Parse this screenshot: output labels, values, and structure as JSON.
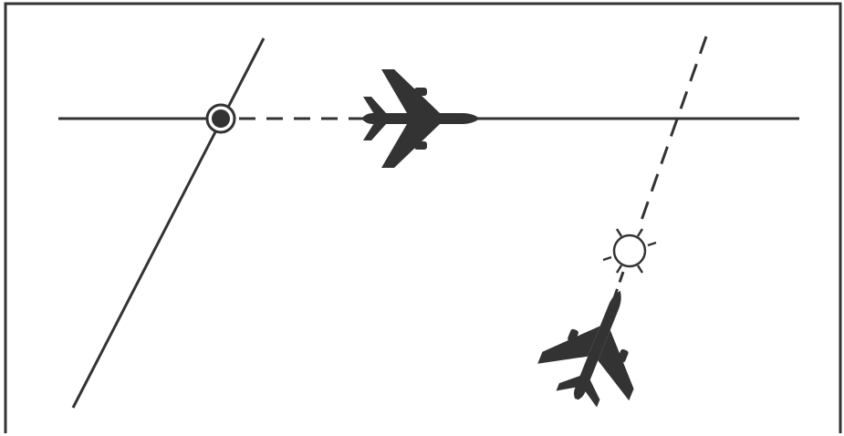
{
  "diagram": {
    "colors": {
      "ink": "#333333",
      "background": "#ffffff"
    },
    "legend": [],
    "labels": [],
    "elements": [
      {
        "name": "frame",
        "kind": "border"
      },
      {
        "name": "horizontal-course-line",
        "kind": "solid-line"
      },
      {
        "name": "horizontal-dashed-track",
        "kind": "dashed-line"
      },
      {
        "name": "diagonal-course-line",
        "kind": "solid-line"
      },
      {
        "name": "diagonal-dashed-track",
        "kind": "dashed-line"
      },
      {
        "name": "vor-station-icon",
        "kind": "navaid-filled-circle"
      },
      {
        "name": "ndb-station-icon",
        "kind": "navaid-open-sun-circle"
      },
      {
        "name": "airplane-icon-horizontal",
        "kind": "aircraft-silhouette"
      },
      {
        "name": "airplane-icon-diagonal",
        "kind": "aircraft-silhouette"
      }
    ]
  }
}
